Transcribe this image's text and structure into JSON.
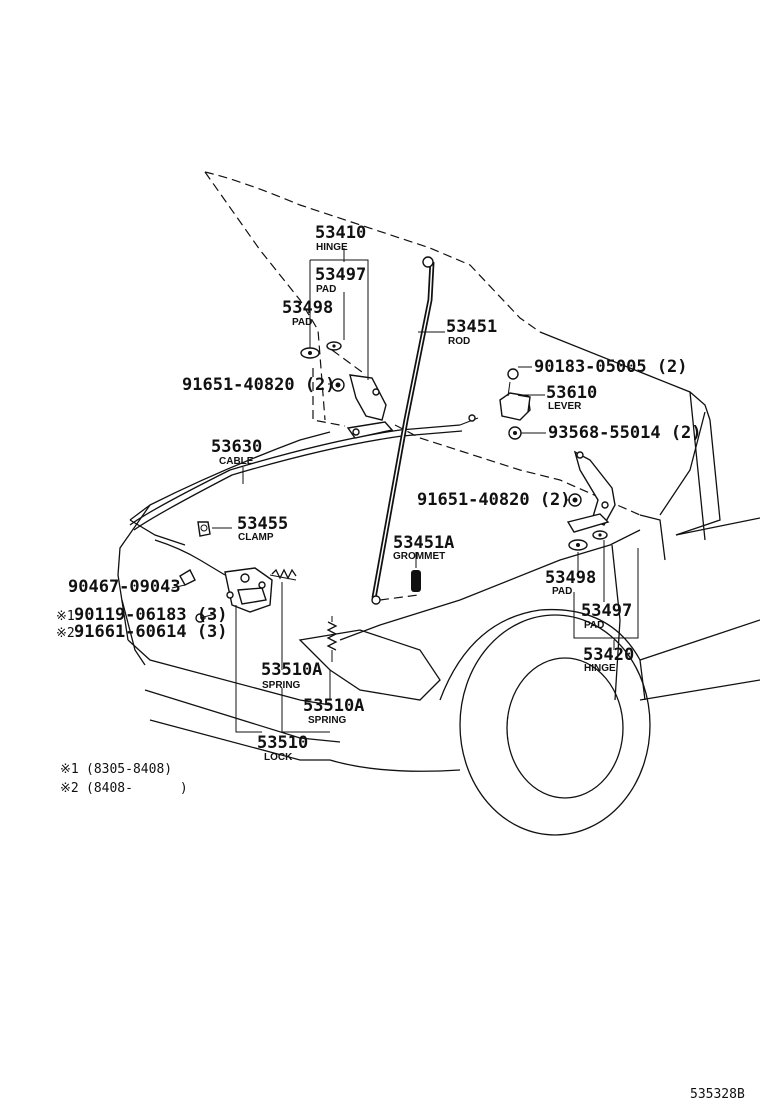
{
  "parts": {
    "hinge_upper": {
      "number": "53410",
      "name": "HINGE"
    },
    "pad_upper_a": {
      "number": "53497",
      "name": "PAD"
    },
    "pad_upper_b": {
      "number": "53498",
      "name": "PAD"
    },
    "bolt_upper": {
      "number": "91651-40820 (2)"
    },
    "rod": {
      "number": "53451",
      "name": "ROD"
    },
    "screw_lever": {
      "number": "90183-05005 (2)"
    },
    "lever": {
      "number": "53610",
      "name": "LEVER"
    },
    "nut_lever": {
      "number": "93568-55014 (2)"
    },
    "cable": {
      "number": "53630",
      "name": "CABLE"
    },
    "bolt_lower": {
      "number": "91651-40820 (2)"
    },
    "clamp": {
      "number": "53455",
      "name": "CLAMP"
    },
    "grommet": {
      "number": "53451A",
      "name": "GROMMET"
    },
    "screw_lock": {
      "number": "90467-09043"
    },
    "bolt_note1": {
      "mark": "※1",
      "number": "90119-06183 (3)"
    },
    "bolt_note2": {
      "mark": "※2",
      "number": "91661-60614 (3)"
    },
    "pad_lower_b": {
      "number": "53498",
      "name": "PAD"
    },
    "pad_lower_a": {
      "number": "53497",
      "name": "PAD"
    },
    "hinge_lower": {
      "number": "53420",
      "name": "HINGE"
    },
    "spring_a": {
      "number": "53510A",
      "name": "SPRING"
    },
    "spring_b": {
      "number": "53510A",
      "name": "SPRING"
    },
    "lock": {
      "number": "53510",
      "name": "LOCK"
    }
  },
  "notes": [
    {
      "mark": "※1",
      "text": "(8305-8408)"
    },
    {
      "mark": "※2",
      "text": "(8408-      )"
    }
  ],
  "figure_id": "535328B"
}
